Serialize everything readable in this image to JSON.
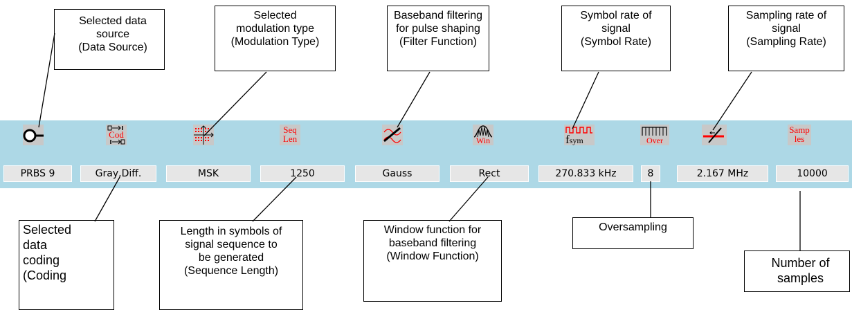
{
  "toolbar": {
    "colors": {
      "bar": "#add8e6",
      "icon_bg": "#c8c8c8",
      "value_bg": "#e6e6e6",
      "icon_accent": "#ff0000"
    },
    "items": [
      {
        "id": "data_source",
        "icon": "circle-plug-icon",
        "value": "PRBS 9"
      },
      {
        "id": "coding",
        "icon": "coding-icon",
        "icon_text": "Cod",
        "value": "Gray,Diff."
      },
      {
        "id": "modulation",
        "icon": "constellation-icon",
        "value": "MSK"
      },
      {
        "id": "sequence_length",
        "icon": "seq-len-icon",
        "icon_text_1": "Seq",
        "icon_text_2": "Len",
        "value": "1250"
      },
      {
        "id": "filter",
        "icon": "filter-icon",
        "value": "Gauss"
      },
      {
        "id": "window",
        "icon": "window-icon",
        "icon_text": "Win",
        "value": "Rect"
      },
      {
        "id": "symbol_rate",
        "icon": "fsym-icon",
        "icon_text_main": "f",
        "icon_text_sub": "sym",
        "value": "270.833 kHz"
      },
      {
        "id": "oversampling",
        "icon": "over-icon",
        "icon_text": "Over",
        "value": "8"
      },
      {
        "id": "sampling_rate",
        "icon": "sampling-icon",
        "value": "2.167 MHz"
      },
      {
        "id": "samples",
        "icon": "samples-icon",
        "icon_text_1": "Samp",
        "icon_text_2": "les",
        "value": "10000"
      }
    ]
  },
  "callouts": {
    "data_source": "Selected data\nsource\n(Data Source)",
    "modulation": "Selected\nmodulation type\n(Modulation Type)",
    "filter": "Baseband filtering\nfor pulse shaping\n(Filter Function)",
    "symbol_rate": "Symbol rate of\nsignal\n(Symbol Rate)",
    "sampling_rate": "Sampling rate of\nsignal\n(Sampling Rate)",
    "coding": "Selected\ndata\ncoding\n(Coding",
    "sequence_length": "Length in symbols of\nsignal sequence to\nbe generated\n(Sequence Length)",
    "window": "Window function for\nbaseband filtering\n(Window Function)",
    "oversampling": "Oversampling",
    "samples": "Number of\nsamples"
  }
}
